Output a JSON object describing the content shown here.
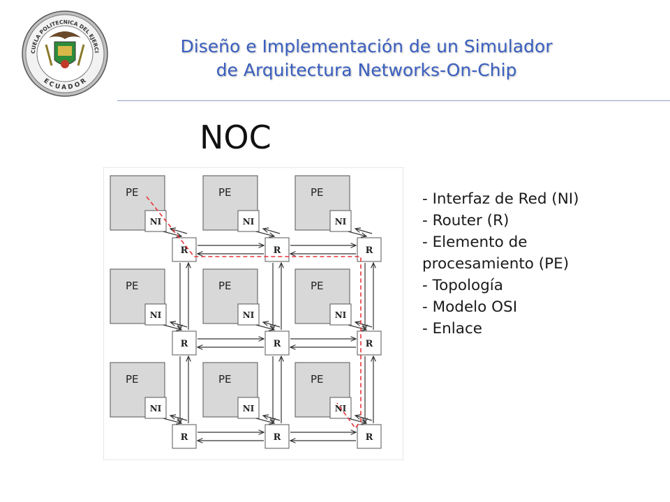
{
  "header": {
    "title_line1": "Diseño e Implementación de un Simulador",
    "title_line2": "de Arquitectura Networks-On-Chip",
    "logo_text_top": "ESCUELA POLITECNICA DEL EJERCITO",
    "logo_text_bottom": "ECUADOR"
  },
  "slide": {
    "title": "NOC"
  },
  "diagram": {
    "pe_label": "PE",
    "ni_label": "NI",
    "router_label": "R",
    "grid_size": [
      3,
      3
    ]
  },
  "bullets": [
    "- Interfaz de Red (NI)",
    "- Router (R)",
    "- Elemento de",
    "procesamiento (PE)",
    "- Topología",
    "- Modelo OSI",
    "- Enlace"
  ],
  "colors": {
    "title_blue": "#3a5fbf",
    "pe_fill": "#d8d8d8",
    "path_red": "#e8333a"
  }
}
